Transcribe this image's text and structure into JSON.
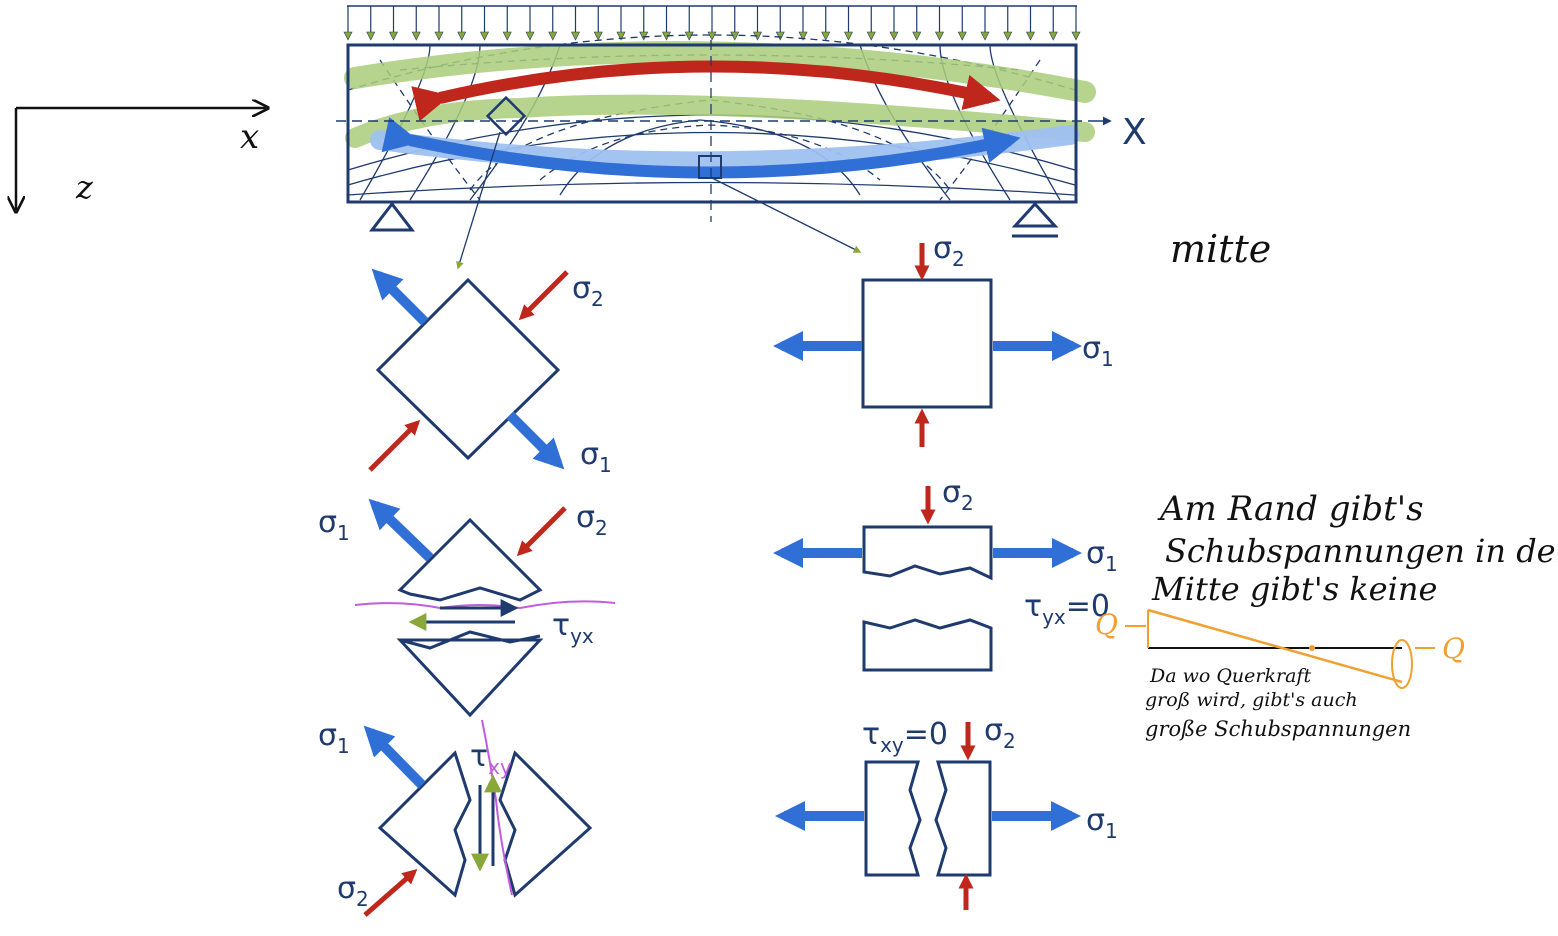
{
  "labels": {
    "axis_x_big": "X",
    "axis_x_small": "x",
    "axis_z": "z",
    "sigma1": "σ",
    "sigma2": "σ",
    "sub1": "1",
    "sub2": "2",
    "tau_yx": "τ",
    "tau_yx_sub": "yx",
    "tau_yx_zero": "τ",
    "tau_yx_zero_sub": "yx",
    "tau_yx_zero_eq": "=0",
    "tau_xy": "τ",
    "tau_xy_sub": "xy",
    "tau_xy_zero": "τ",
    "tau_xy_zero_sub": "xy",
    "tau_xy_zero_eq": "=0"
  },
  "handwriting": {
    "mitte": "mitte",
    "note_line1": "Am Rand gibt's",
    "note_line2": "Schubspannungen in der",
    "note_line3": "Mitte gibt's keine",
    "note_bottom1": "Da wo Querkraft",
    "note_bottom2": "groß wird, gibt's auch",
    "note_bottom3": "große Schubspannungen",
    "q_left": "Q",
    "q_right": "Q"
  },
  "colors": {
    "navy": "#1f3a6e",
    "blue": "#2f6fd6",
    "light_blue": "#9ec0f0",
    "red": "#c0271c",
    "green": "#a9cc7a",
    "purple": "#c15ce0",
    "orange": "#f0a030",
    "olive": "#8aa83a"
  }
}
